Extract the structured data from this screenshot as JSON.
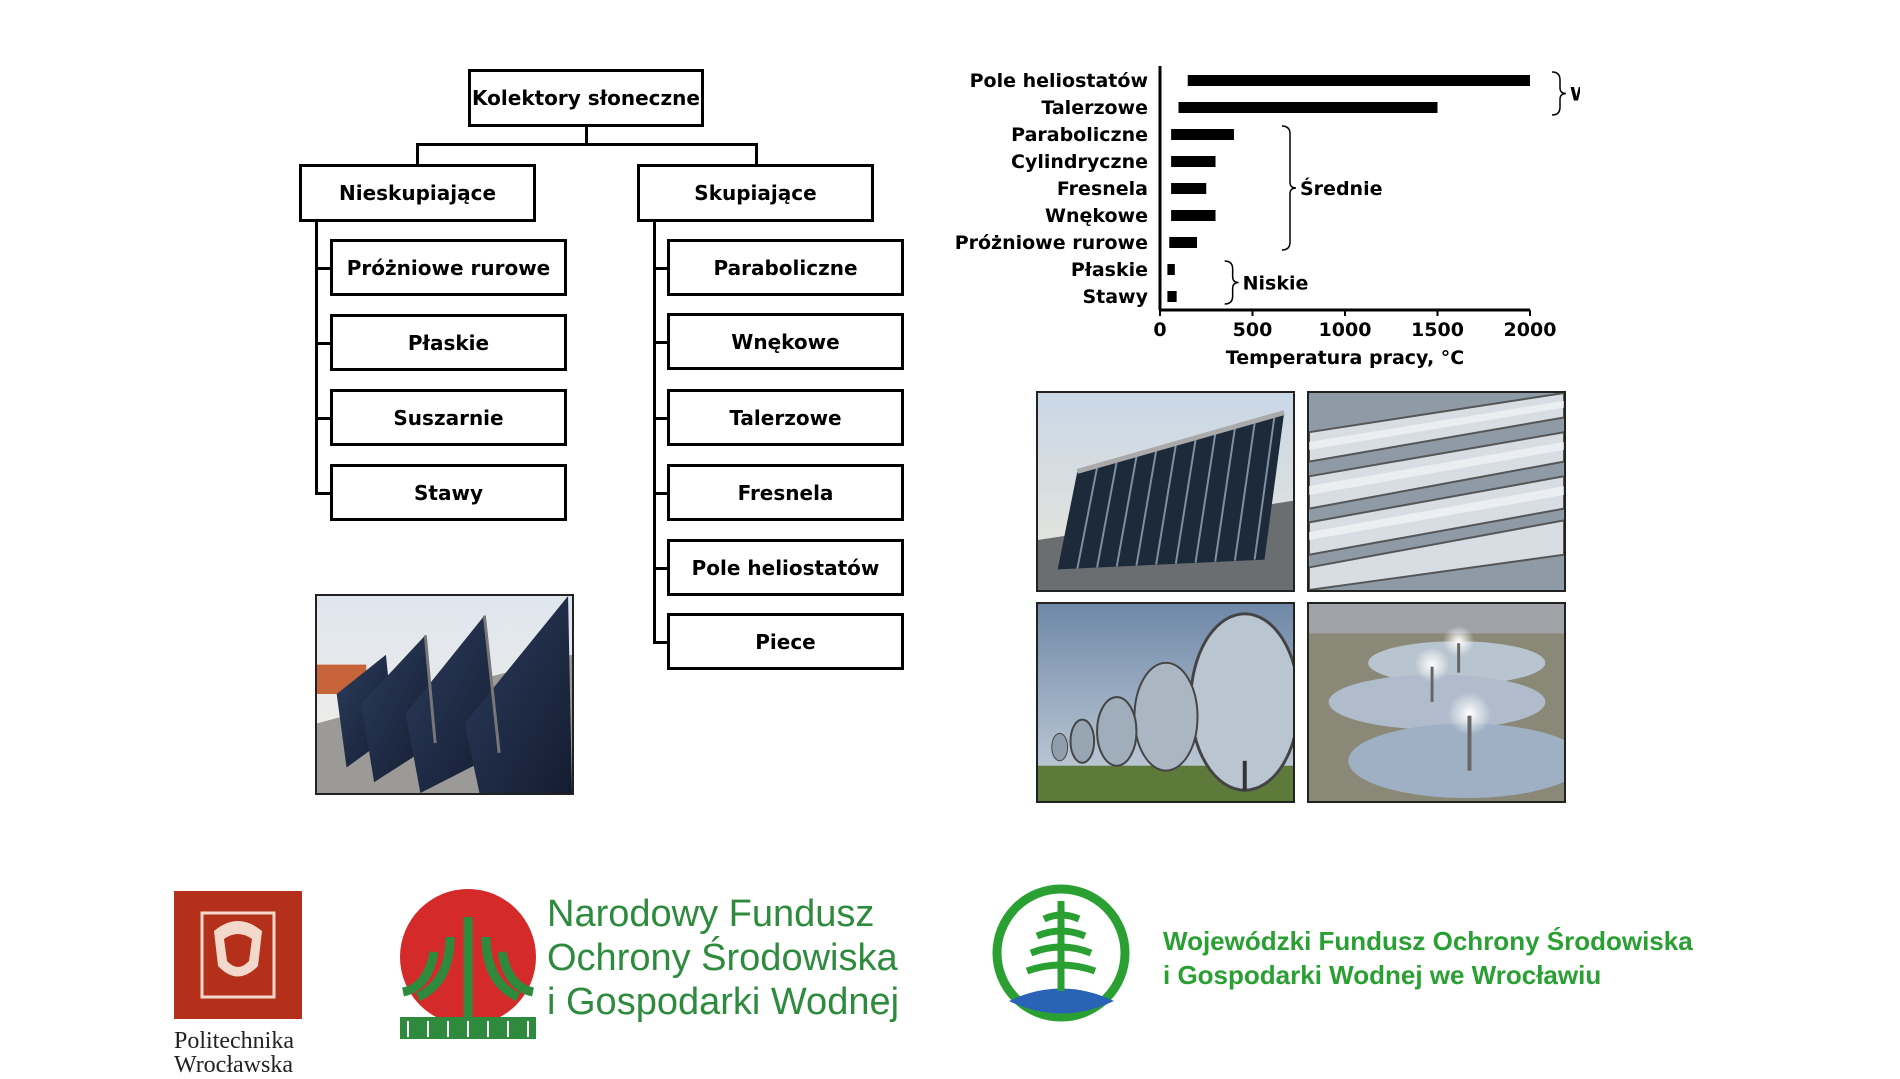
{
  "tree": {
    "root": "Kolektory słoneczne",
    "left_branch": "Nieskupiające",
    "left_items": [
      "Próżniowe rurowe",
      "Płaskie",
      "Suszarnie",
      "Stawy"
    ],
    "right_branch": "Skupiające",
    "right_items": [
      "Paraboliczne",
      "Wnękowe",
      "Talerzowe",
      "Fresnela",
      "Pole heliostatów",
      "Piece"
    ]
  },
  "chart_data": {
    "type": "bar",
    "orientation": "horizontal",
    "categories": [
      "Pole heliostatów",
      "Talerzowe",
      "Paraboliczne",
      "Cylindryczne",
      "Fresnela",
      "Wnękowe",
      "Próżniowe rurowe",
      "Płaskie",
      "Stawy"
    ],
    "ranges": [
      [
        150,
        2000
      ],
      [
        100,
        1500
      ],
      [
        60,
        400
      ],
      [
        60,
        300
      ],
      [
        60,
        250
      ],
      [
        60,
        300
      ],
      [
        50,
        200
      ],
      [
        40,
        80
      ],
      [
        40,
        90
      ]
    ],
    "xlabel": "Temperatura pracy, °C",
    "xlim": [
      0,
      2000
    ],
    "xticks": [
      "0",
      "500",
      "1000",
      "1500",
      "2000"
    ],
    "groups": [
      {
        "label": "Wysokie",
        "from": 0,
        "to": 1
      },
      {
        "label": "Średnie",
        "from": 2,
        "to": 6
      },
      {
        "label": "Niskie",
        "from": 7,
        "to": 8
      }
    ],
    "bar_color": "#000000"
  },
  "logos": {
    "pwr": {
      "line1": "Politechnika",
      "line2": "Wrocławska",
      "color": "#b5301a"
    },
    "nfos": {
      "line1": "Narodowy Fundusz",
      "line2": "Ochrony Środowiska",
      "line3": "i Gospodarki Wodnej",
      "color": "#2e8b3e",
      "accent": "#d42a2a"
    },
    "wfos": {
      "line1": "Wojewódzki Fundusz Ochrony Środowiska",
      "line2": "i Gospodarki Wodnej we Wrocławiu",
      "color": "#2aa033",
      "accent": "#2a62b5"
    }
  }
}
